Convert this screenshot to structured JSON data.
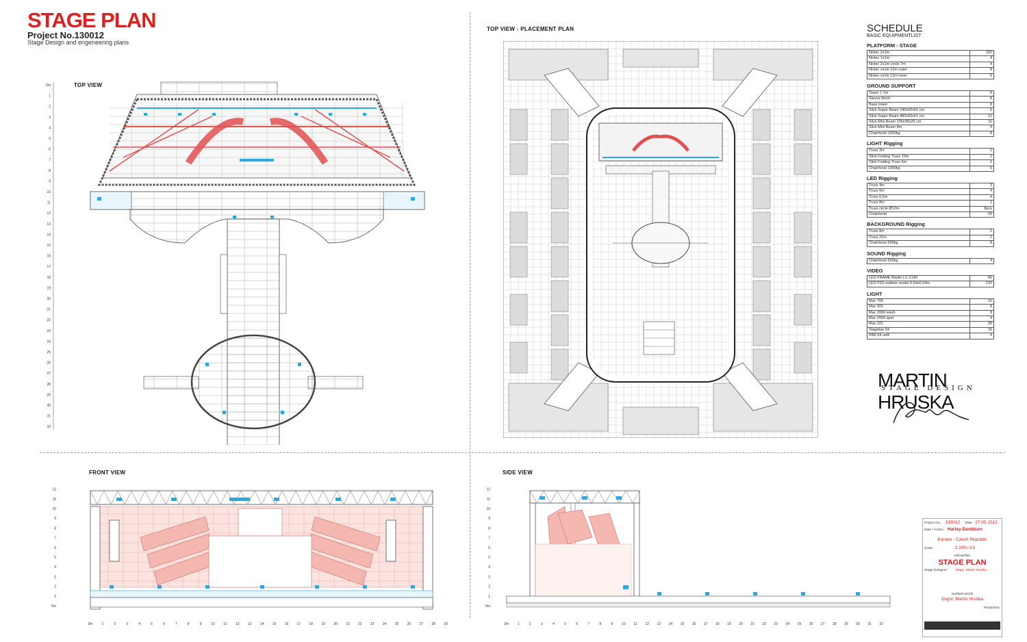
{
  "header": {
    "title": "STAGE PLAN",
    "project": "Project No.130012",
    "subtitle": "Stage Design and engeneering plans"
  },
  "sections": {
    "top_view": "TOP VIEW",
    "placement": "TOP VIEW - PLACEMENT PLAN",
    "front_view": "FRONT VIEW",
    "side_view": "SIDE VIEW"
  },
  "schedule": {
    "title": "SCHEDULE",
    "subtitle": "BASIC EQUIPMENTLIST",
    "groups": [
      {
        "name": "PLATFORM - STAGE",
        "items": [
          {
            "item": "Nivtec 2x1m",
            "qty": "182"
          },
          {
            "item": "Nivtec 1x1m",
            "qty": "4"
          },
          {
            "item": "Nivtec 2x1m circle 7m",
            "qty": "4"
          },
          {
            "item": "Nivtec circle 12m outer",
            "qty": "8"
          },
          {
            "item": "Nivtec circle 12m inner",
            "qty": "6"
          }
        ]
      },
      {
        "name": "GROUND SUPPORT",
        "items": [
          {
            "item": "Tower 1 1m",
            "qty": "8"
          },
          {
            "item": "Sleeve block",
            "qty": "8"
          },
          {
            "item": "Base tower",
            "qty": "8"
          },
          {
            "item": "Slick Super Beam 240x92x61 cm",
            "qty": "6"
          },
          {
            "item": "Slick Super Beam 480x92x61 cm",
            "qty": "12"
          },
          {
            "item": "Slick Mini Beam 100x35x25 cm",
            "qty": "10"
          },
          {
            "item": "Slick Mini Beam 8m",
            "qty": "4"
          },
          {
            "item": "Chainhoist 1000kg",
            "qty": "8"
          }
        ]
      },
      {
        "name": "LIGHT Rigging",
        "items": [
          {
            "item": "Truss 3m",
            "qty": "1"
          },
          {
            "item": "Slick Folding Truss 10m",
            "qty": "1"
          },
          {
            "item": "Slick Folding Truss 5m",
            "qty": "1"
          },
          {
            "item": "Chainhoist 1000kg",
            "qty": "6"
          }
        ]
      },
      {
        "name": "LED Rigging",
        "items": [
          {
            "item": "Truss 4m",
            "qty": "3"
          },
          {
            "item": "Truss 6m",
            "qty": "4"
          },
          {
            "item": "Truss 6,5m",
            "qty": "4"
          },
          {
            "item": "Truss 8m",
            "qty": "1"
          },
          {
            "item": "Truss circle Ø12m",
            "qty": "8pcs"
          },
          {
            "item": "Chainhoist",
            "qty": "29"
          }
        ]
      },
      {
        "name": "BACKGROUND Rigging",
        "items": [
          {
            "item": "Truss 8m",
            "qty": "2"
          },
          {
            "item": "Truss 21m",
            "qty": "1"
          },
          {
            "item": "Chainhoist 500kg",
            "qty": "8"
          }
        ]
      },
      {
        "name": "SOUND Rigging",
        "items": [
          {
            "item": "Chainhoist 500kg",
            "qty": "4"
          }
        ]
      },
      {
        "name": "VIDEO",
        "items": [
          {
            "item": "LED FRAME Martin LC-2140",
            "qty": "40"
          },
          {
            "item": "LED P10 outdoor modul 0,64x0,64m",
            "qty": "132"
          }
        ]
      },
      {
        "name": "LIGHT",
        "items": [
          {
            "item": "Mac 700",
            "qty": "16"
          },
          {
            "item": "Mac 301",
            "qty": "8"
          },
          {
            "item": "Mac 2000 wash",
            "qty": "8"
          },
          {
            "item": "Mac 2000 spot",
            "qty": "4"
          },
          {
            "item": "Mac 101",
            "qty": "28"
          },
          {
            "item": "Stagebar 54",
            "qty": "16"
          },
          {
            "item": "PAR 64 set6",
            "qty": "4"
          }
        ]
      }
    ]
  },
  "logo": {
    "name": "MARTIN HRUSKA",
    "tagline": "STAGE DESIGN"
  },
  "title_block": {
    "project_no_label": "Project No.:",
    "project_no": "130012",
    "date_label": "Date:",
    "date": "27.05.2013",
    "client_label": "Date / Action:",
    "client": "Harley Davidson",
    "location": "Europe - Czech Republic",
    "scale_label": "Scale:",
    "scale": "1:100 / A1",
    "drawing_label": "DRAWING",
    "drawing": "STAGE PLAN",
    "designer_label": "Stage Designer:",
    "designer": "Dsgnr. Martin Hruška",
    "supervisor_label": "SUPERVISOR",
    "supervisor": "Dsgnr. Martin Hruška",
    "production_label": "Production:"
  },
  "axes": {
    "top_view_rows": [
      "0m",
      "1",
      "2",
      "3",
      "4",
      "5",
      "6",
      "7",
      "8",
      "9",
      "10",
      "11",
      "12",
      "13",
      "14",
      "15",
      "16",
      "17",
      "18",
      "19",
      "20",
      "21",
      "22",
      "23",
      "24",
      "25",
      "26",
      "27",
      "28",
      "29",
      "30",
      "31",
      "32"
    ],
    "front_x": [
      "0m",
      "1",
      "2",
      "3",
      "4",
      "5",
      "6",
      "7",
      "8",
      "9",
      "10",
      "11",
      "12",
      "13",
      "14",
      "15",
      "16",
      "17",
      "18",
      "19",
      "20",
      "21",
      "22",
      "23",
      "24",
      "25",
      "26",
      "27",
      "28",
      "29"
    ],
    "front_y": [
      "0m",
      "1",
      "2",
      "3",
      "4",
      "5",
      "6",
      "7",
      "8",
      "9",
      "10",
      "11",
      "12"
    ],
    "side_x": [
      "0m",
      "1",
      "2",
      "3",
      "4",
      "5",
      "6",
      "7",
      "8",
      "9",
      "10",
      "11",
      "12",
      "13",
      "14",
      "15",
      "16",
      "17",
      "18",
      "19",
      "20",
      "21",
      "22",
      "23",
      "24",
      "25",
      "26",
      "27",
      "28",
      "29",
      "30",
      "31",
      "32"
    ],
    "side_y": [
      "0m",
      "1",
      "2",
      "3",
      "4",
      "5",
      "6",
      "7",
      "8",
      "9",
      "10",
      "11",
      "12"
    ]
  },
  "colors": {
    "title_red": "#e02020",
    "truss_red": "#e05050",
    "fixture_blue": "#2aa8e0"
  }
}
